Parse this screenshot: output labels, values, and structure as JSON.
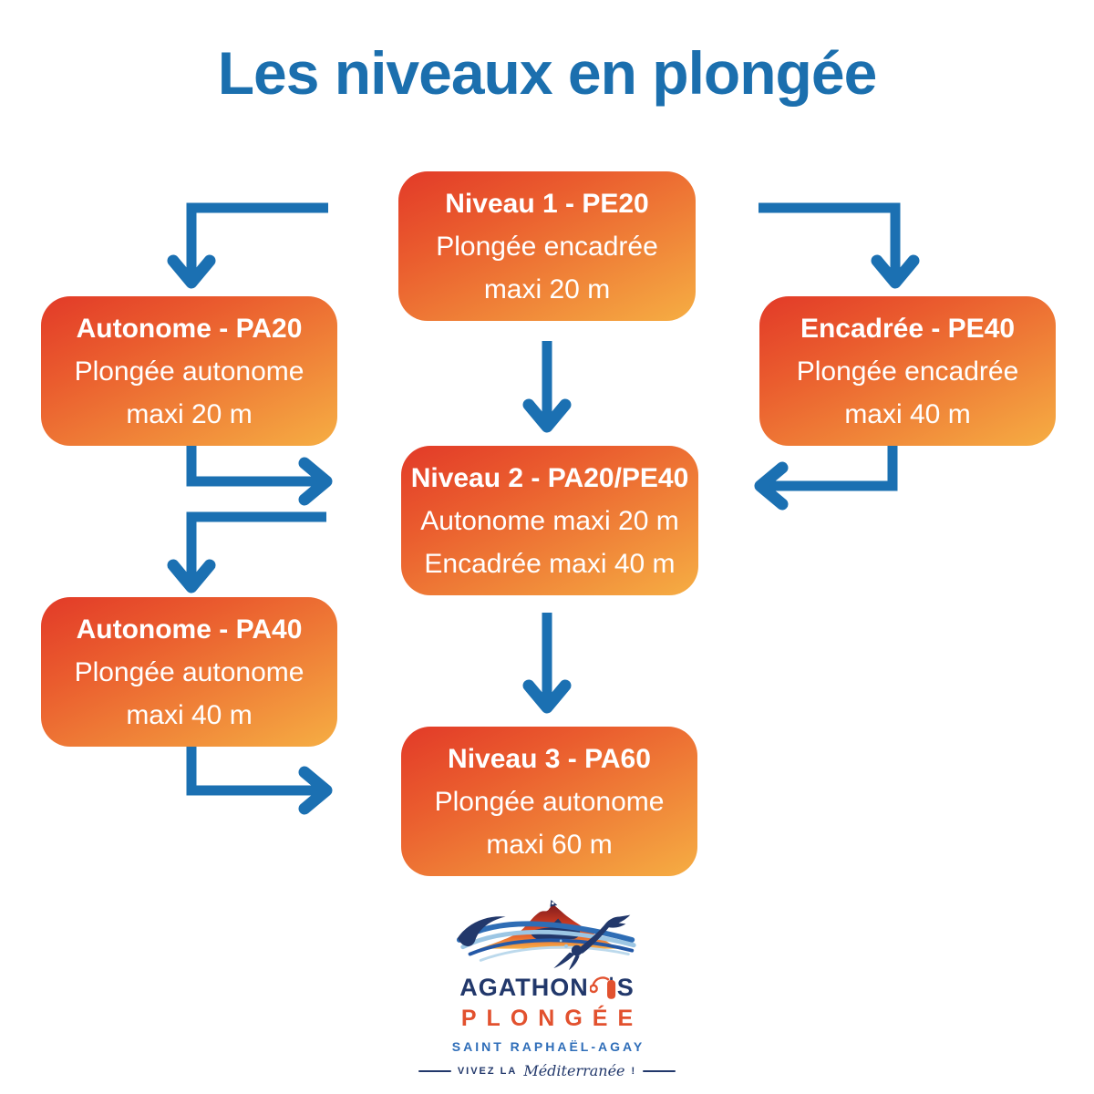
{
  "title": "Les niveaux en plongée",
  "colors": {
    "background": "#ffffff",
    "title_blue": "#1b6fae",
    "arrow_blue": "#1b70b2",
    "box_gradient_top": "#e23a28",
    "box_gradient_bottom": "#f5a942",
    "box_text": "#ffffff",
    "logo_navy": "#22386b",
    "logo_orange": "#e2512e",
    "logo_blue": "#2e6db8"
  },
  "boxes": [
    {
      "id": "niveau1",
      "title": "Niveau 1 - PE20",
      "lines": [
        "Plongée encadrée",
        "maxi 20 m"
      ]
    },
    {
      "id": "pa20",
      "title": "Autonome - PA20",
      "lines": [
        "Plongée autonome",
        "maxi 20 m"
      ]
    },
    {
      "id": "pe40",
      "title": "Encadrée - PE40",
      "lines": [
        "Plongée encadrée",
        "maxi 40 m"
      ]
    },
    {
      "id": "niveau2",
      "title": "Niveau 2 - PA20/PE40",
      "lines": [
        "Autonome maxi 20 m",
        "Encadrée maxi 40 m"
      ]
    },
    {
      "id": "pa40",
      "title": "Autonome - PA40",
      "lines": [
        "Plongée autonome",
        "maxi 40 m"
      ]
    },
    {
      "id": "niveau3",
      "title": "Niveau 3 - PA60",
      "lines": [
        "Plongée autonome",
        "maxi 60 m"
      ]
    }
  ],
  "arrows": [
    {
      "from": "niveau1",
      "to": "pa20"
    },
    {
      "from": "niveau1",
      "to": "pe40"
    },
    {
      "from": "niveau1",
      "to": "niveau2"
    },
    {
      "from": "pa20",
      "to": "niveau2"
    },
    {
      "from": "pe40",
      "to": "niveau2"
    },
    {
      "from": "niveau2",
      "to": "pa40"
    },
    {
      "from": "niveau2",
      "to": "niveau3"
    },
    {
      "from": "pa40",
      "to": "niveau3"
    }
  ],
  "logo": {
    "name": "AGATHONIS",
    "name_prefix": "AGATHON",
    "name_suffix": "S",
    "subtitle": "PLONGÉE",
    "location": "SAINT RAPHAËL-AGAY",
    "tagline_prefix": "VIVEZ LA",
    "tagline_script": "Méditerranée",
    "tagline_suffix": "!"
  }
}
